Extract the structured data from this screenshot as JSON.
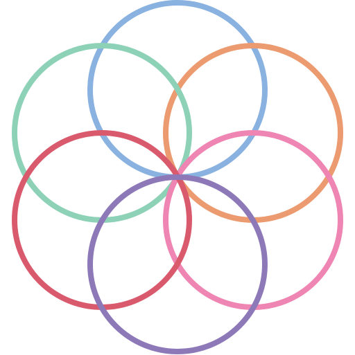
{
  "diagram": {
    "type": "overlapping-rings",
    "background": "#ffffff",
    "rings": [
      {
        "name": "ring-blue-top",
        "color": "#8AB2E0"
      },
      {
        "name": "ring-orange-upper-right",
        "color": "#EC9A6F"
      },
      {
        "name": "ring-green-upper-left",
        "color": "#8DD1B7"
      },
      {
        "name": "ring-pink-lower-right",
        "color": "#EF85B2"
      },
      {
        "name": "ring-red-lower-left",
        "color": "#D95A6D"
      },
      {
        "name": "ring-purple-bottom",
        "color": "#8E79B8"
      }
    ]
  }
}
